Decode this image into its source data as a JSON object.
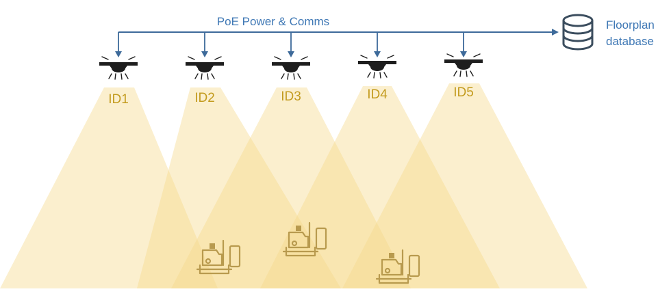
{
  "bus": {
    "label": "PoE Power & Comms",
    "color": "#3f78b5"
  },
  "database": {
    "label_line1": "Floorplan",
    "label_line2": "database",
    "icon": "database-icon"
  },
  "sensors": [
    {
      "id": "ID1"
    },
    {
      "id": "ID2"
    },
    {
      "id": "ID3"
    },
    {
      "id": "ID4"
    },
    {
      "id": "ID5"
    }
  ],
  "cone_color": "#f6d98a",
  "machine_icon": "industrial-machine-icon"
}
